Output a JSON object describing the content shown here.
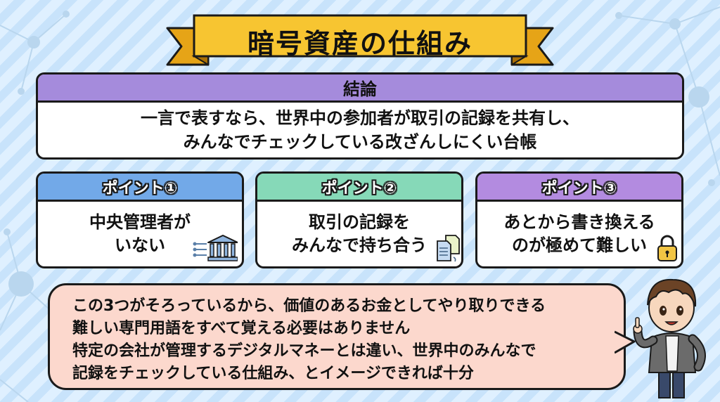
{
  "title": "暗号資産の仕組み",
  "conclusion": {
    "heading": "結論",
    "lines": [
      "一言で表すなら、世界中の参加者が取引の記録を共有し、",
      "みんなでチェックしている改ざんしにくい台帳"
    ]
  },
  "points": [
    {
      "heading": "ポイント①",
      "lines": [
        "中央管理者が",
        "いない"
      ],
      "icon": "bank-network-icon",
      "color": "#72a9e8"
    },
    {
      "heading": "ポイント②",
      "lines": [
        "取引の記録を",
        "みんなで持ち合う"
      ],
      "icon": "shared-document-icon",
      "color": "#86d9b8"
    },
    {
      "heading": "ポイント③",
      "lines": [
        "あとから書き換える",
        "のが極めて難しい"
      ],
      "icon": "padlock-icon",
      "color": "#b38be0"
    }
  ],
  "bubble": {
    "lines": [
      "この3つがそろっているから、価値のあるお金としてやり取りできる",
      "難しい専門用語をすべて覚える必要はありません",
      "特定の会社が管理するデジタルマネーとは違い、世界中のみんなで",
      "記録をチェックしている仕組み、とイメージできれば十分"
    ]
  },
  "colors": {
    "ribbon": "#f7c531",
    "conclusion_header": "#a58bdc",
    "bubble": "#fcd8cd",
    "background_stripe": "#c8e3fb"
  }
}
